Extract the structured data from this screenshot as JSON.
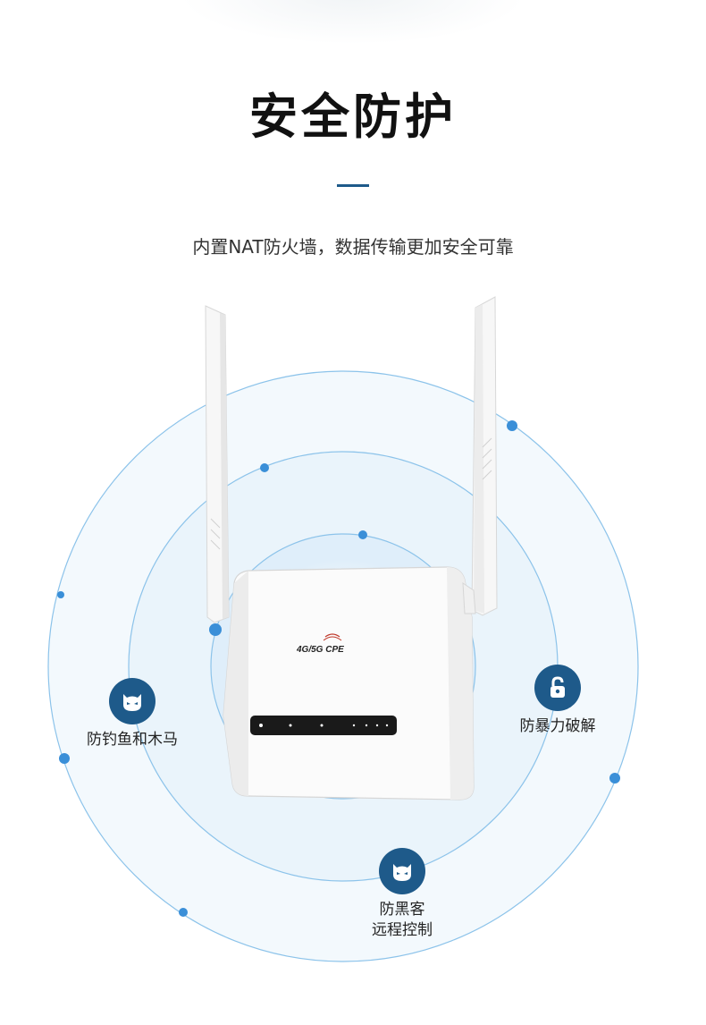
{
  "header": {
    "title": "安全防护",
    "subtitle": "内置NAT防火墙，数据传输更加安全可靠"
  },
  "product": {
    "brand_label": "4G/5G CPE"
  },
  "features": [
    {
      "label": "防钓鱼和木马",
      "icon": "devil-face-icon"
    },
    {
      "label": "防暴力破解",
      "icon": "lock-icon"
    },
    {
      "label_line1": "防黑客",
      "label_line2": "远程控制",
      "icon": "devil-face-icon"
    }
  ],
  "colors": {
    "accent": "#1e5a8a",
    "ring": "#8cc3ea",
    "dot": "#3a8fd8"
  }
}
